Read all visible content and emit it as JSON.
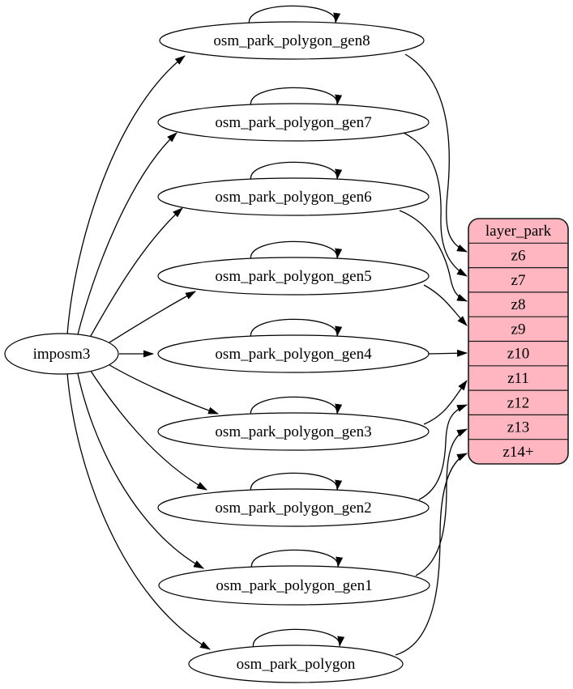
{
  "diagram": {
    "kind": "graphviz-digraph",
    "background_color": "#ffffff",
    "edge_color": "#000000",
    "node_fill": "#ffffff",
    "node_stroke": "#000000",
    "source_node": {
      "label": "imposm3"
    },
    "table_nodes": [
      {
        "label": "osm_park_polygon_gen8",
        "maps_to_row": "z6",
        "self_loop": true
      },
      {
        "label": "osm_park_polygon_gen7",
        "maps_to_row": "z7",
        "self_loop": true
      },
      {
        "label": "osm_park_polygon_gen6",
        "maps_to_row": "z8",
        "self_loop": true
      },
      {
        "label": "osm_park_polygon_gen5",
        "maps_to_row": "z9",
        "self_loop": true
      },
      {
        "label": "osm_park_polygon_gen4",
        "maps_to_row": "z10",
        "self_loop": true
      },
      {
        "label": "osm_park_polygon_gen3",
        "maps_to_row": "z11",
        "self_loop": true
      },
      {
        "label": "osm_park_polygon_gen2",
        "maps_to_row": "z12",
        "self_loop": true
      },
      {
        "label": "osm_park_polygon_gen1",
        "maps_to_row": "z13",
        "self_loop": true
      },
      {
        "label": "osm_park_polygon",
        "maps_to_row": "z14+",
        "self_loop": true
      }
    ],
    "layer_node": {
      "title": "layer_park",
      "fill": "#ffb6c1",
      "rows": [
        "z6",
        "z7",
        "z8",
        "z9",
        "z10",
        "z11",
        "z12",
        "z13",
        "z14+"
      ]
    },
    "edges": [
      {
        "from": "imposm3",
        "to": "osm_park_polygon_gen8"
      },
      {
        "from": "imposm3",
        "to": "osm_park_polygon_gen7"
      },
      {
        "from": "imposm3",
        "to": "osm_park_polygon_gen6"
      },
      {
        "from": "imposm3",
        "to": "osm_park_polygon_gen5"
      },
      {
        "from": "imposm3",
        "to": "osm_park_polygon_gen4"
      },
      {
        "from": "imposm3",
        "to": "osm_park_polygon_gen3"
      },
      {
        "from": "imposm3",
        "to": "osm_park_polygon_gen2"
      },
      {
        "from": "imposm3",
        "to": "osm_park_polygon_gen1"
      },
      {
        "from": "imposm3",
        "to": "osm_park_polygon"
      },
      {
        "from": "osm_park_polygon_gen8",
        "to": "osm_park_polygon_gen8"
      },
      {
        "from": "osm_park_polygon_gen7",
        "to": "osm_park_polygon_gen7"
      },
      {
        "from": "osm_park_polygon_gen6",
        "to": "osm_park_polygon_gen6"
      },
      {
        "from": "osm_park_polygon_gen5",
        "to": "osm_park_polygon_gen5"
      },
      {
        "from": "osm_park_polygon_gen4",
        "to": "osm_park_polygon_gen4"
      },
      {
        "from": "osm_park_polygon_gen3",
        "to": "osm_park_polygon_gen3"
      },
      {
        "from": "osm_park_polygon_gen2",
        "to": "osm_park_polygon_gen2"
      },
      {
        "from": "osm_park_polygon_gen1",
        "to": "osm_park_polygon_gen1"
      },
      {
        "from": "osm_park_polygon",
        "to": "osm_park_polygon"
      },
      {
        "from": "osm_park_polygon_gen8",
        "to": "layer_park:z6"
      },
      {
        "from": "osm_park_polygon_gen7",
        "to": "layer_park:z7"
      },
      {
        "from": "osm_park_polygon_gen6",
        "to": "layer_park:z8"
      },
      {
        "from": "osm_park_polygon_gen5",
        "to": "layer_park:z9"
      },
      {
        "from": "osm_park_polygon_gen4",
        "to": "layer_park:z10"
      },
      {
        "from": "osm_park_polygon_gen3",
        "to": "layer_park:z11"
      },
      {
        "from": "osm_park_polygon_gen2",
        "to": "layer_park:z12"
      },
      {
        "from": "osm_park_polygon_gen1",
        "to": "layer_park:z13"
      },
      {
        "from": "osm_park_polygon",
        "to": "layer_park:z14+"
      }
    ]
  }
}
